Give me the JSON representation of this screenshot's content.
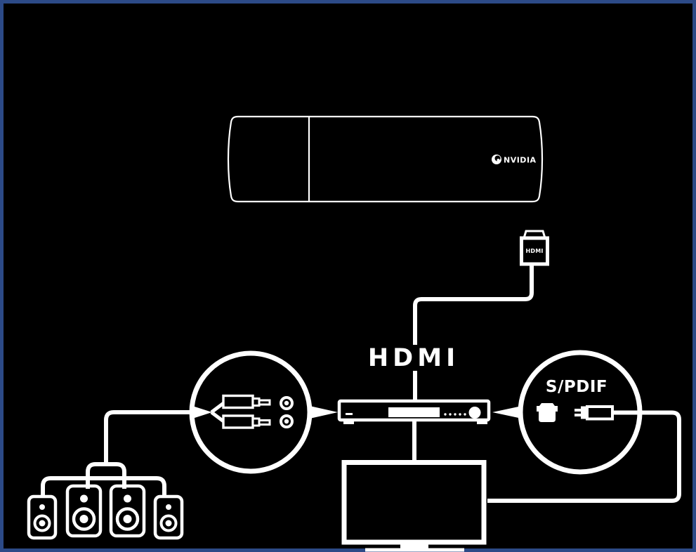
{
  "colors": {
    "background": "#000000",
    "foreground": "#ffffff",
    "frame_border": "#2c4a87"
  },
  "device": {
    "brand": "NVIDIA"
  },
  "hdmi_plug": {
    "label": "HDMI"
  },
  "hdmi_cable": {
    "label": "HDMI"
  },
  "spdif": {
    "label": "S/PDIF"
  },
  "icons": {
    "nvidia_eye": "nvidia-eye-logo-icon",
    "hdmi_plug": "hdmi-plug-icon",
    "rca_plug": "rca-plug-icon",
    "rca_jack": "rca-jack-icon",
    "toslink": "toslink-optical-icon",
    "coax_plug": "coax-plug-icon",
    "receiver": "av-receiver-icon",
    "tv": "tv-icon",
    "speaker": "speaker-icon"
  }
}
